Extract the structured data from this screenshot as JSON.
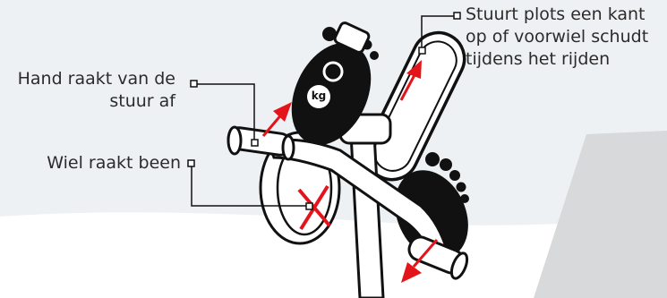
{
  "colors": {
    "background_upper": "#eef1f3",
    "background_lower": "#ffffff",
    "panel": "#d7d9db",
    "outline": "#111111",
    "accent": "#e3151a"
  },
  "callouts": {
    "hand": {
      "line1": "Hand raakt van de",
      "line2": "stuur af"
    },
    "wheel": {
      "line1": "Wiel raakt been"
    },
    "steer": {
      "line1": "Stuurt plots een kant",
      "line2": "op of voorwiel schudt",
      "line3": "tijdens het rijden"
    }
  },
  "weight_label": "kg"
}
